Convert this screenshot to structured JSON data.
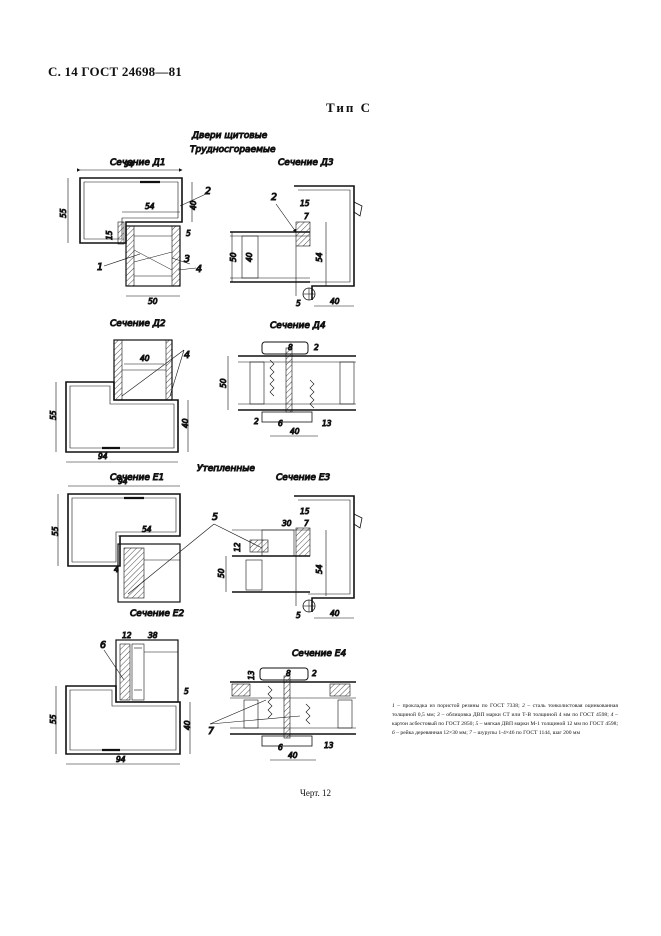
{
  "header": {
    "text": "С. 14 ГОСТ 24698—81"
  },
  "type_title": "Тип С",
  "groups": {
    "main": "Двери щитовые",
    "fire": "Трудносгораемые",
    "insulated": "Утепленные"
  },
  "sections": {
    "d1": "Сечение Д1",
    "d2": "Сечение Д2",
    "d3": "Сечение Д3",
    "d4": "Сечение Д4",
    "e1": "Сечение Е1",
    "e2": "Сечение Е2",
    "e3": "Сечение Е3",
    "e4": "Сечение Е4"
  },
  "dims": {
    "d1": [
      "94",
      "54",
      "55",
      "40",
      "15",
      "50",
      "5"
    ],
    "d3": [
      "15",
      "7",
      "50",
      "40",
      "54",
      "5",
      "40"
    ],
    "d2": [
      "40",
      "55",
      "40",
      "94"
    ],
    "d4": [
      "8",
      "2",
      "50",
      "2",
      "6",
      "40",
      "13"
    ],
    "e1": [
      "94",
      "54",
      "55",
      "4"
    ],
    "e3": [
      "30",
      "15",
      "7",
      "12",
      "50",
      "54",
      "5",
      "40"
    ],
    "e2": [
      "12",
      "38",
      "55",
      "40",
      "5",
      "94"
    ],
    "e4": [
      "13",
      "8",
      "2",
      "6",
      "40",
      "13"
    ]
  },
  "callouts": {
    "d1": [
      "2",
      "1",
      "3",
      "4"
    ],
    "d3": [
      "2"
    ],
    "d2": [
      "4"
    ],
    "e1": [
      "5"
    ],
    "e2": [
      "6"
    ],
    "e4": [
      "7"
    ]
  },
  "legend": {
    "items": [
      {
        "n": "1",
        "text": "прокладка из пористой резины по ГОСТ 7338;"
      },
      {
        "n": "2",
        "text": "сталь тонколистовая оцинкованная толщиной 0,5 мм;"
      },
      {
        "n": "3",
        "text": "облицовка ДВП марки СТ или Т-В толщиной 4 мм по ГОСТ 4598;"
      },
      {
        "n": "4",
        "text": "картон асбестовый по ГОСТ 2850;"
      },
      {
        "n": "5",
        "text": "мягкая ДВП марки М-1 толщиной 12 мм по ГОСТ 4598;"
      },
      {
        "n": "6",
        "text": "рейка деревянная 12×30 мм;"
      },
      {
        "n": "7",
        "text": "шурупы 1-4×46 по ГОСТ 1144, шаг 200 мм"
      }
    ]
  },
  "caption": "Черт. 12"
}
